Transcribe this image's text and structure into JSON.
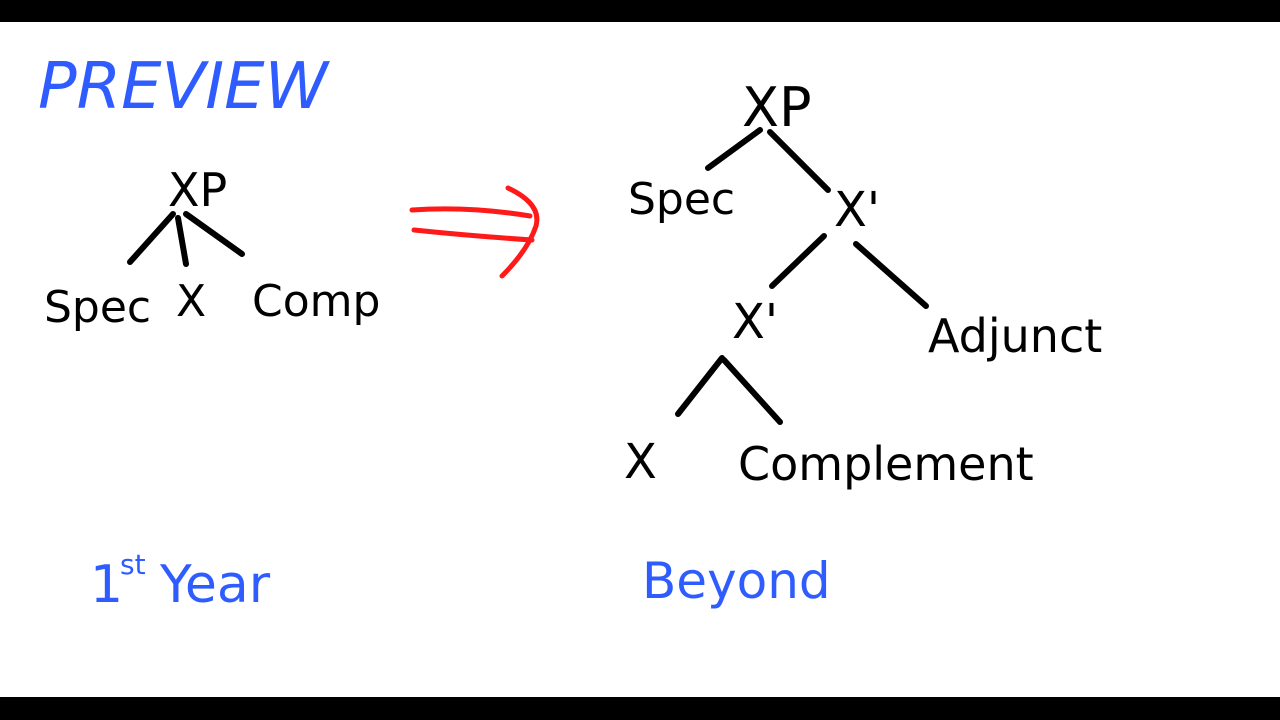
{
  "colors": {
    "ink_black": "#000000",
    "ink_blue": "#2f5cff",
    "ink_red": "#ff1a1a",
    "board": "#ffffff",
    "frame": "#000000"
  },
  "heading": "PREVIEW",
  "left_tree": {
    "root": "XP",
    "spec": "Spec",
    "head": "X",
    "comp": "Comp",
    "caption_main": "1",
    "caption_sup": "st",
    "caption_rest": "Year"
  },
  "right_tree": {
    "root": "XP",
    "spec": "Spec",
    "xbar_upper": "X'",
    "adjunct": "Adjunct",
    "xbar_lower": "X'",
    "head": "X",
    "complement": "Complement",
    "caption": "Beyond"
  }
}
